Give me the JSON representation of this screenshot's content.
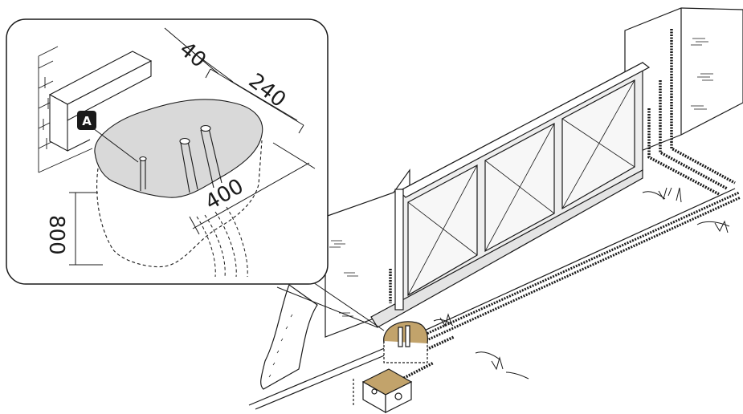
{
  "callout": {
    "dimensions": {
      "wall_offset": "40",
      "base_depth": "240",
      "base_width": "400",
      "foundation_depth": "800"
    },
    "label_a": "A"
  },
  "colors": {
    "line": "#1a1a1a",
    "concrete": "#d9d9d9",
    "gate_panel": "#eeeeee",
    "foundation_pad": "#c2a36b",
    "callout_bg": "#ffffff",
    "badge": "#1a1a1a"
  }
}
